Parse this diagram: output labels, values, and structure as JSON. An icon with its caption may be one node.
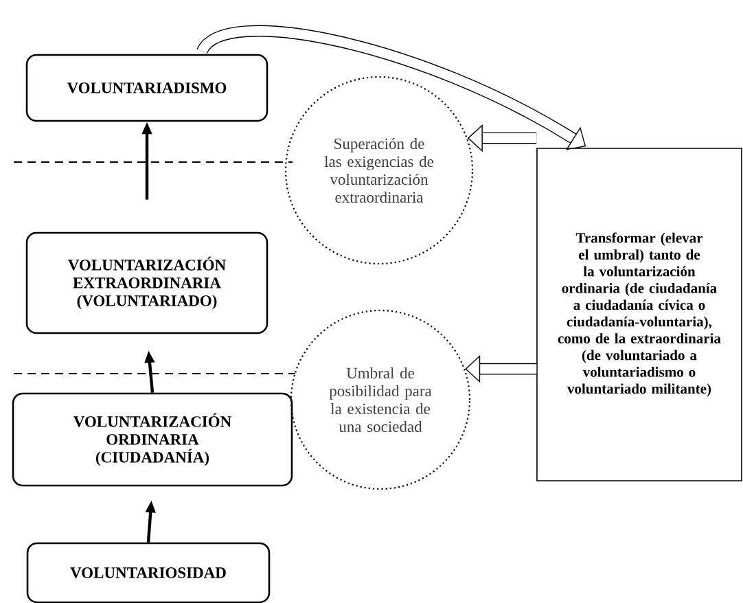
{
  "diagram": {
    "nodes": [
      {
        "text": [
          "VOLUNTARIADISMO"
        ]
      },
      {
        "text": [
          "Superación de las exigencias de voluntarización extraordinaria"
        ]
      },
      {
        "text": [
          "VOLUNTARIZACIÓN EXTRAORDINARIA (VOLUNTARIADO)"
        ]
      },
      {
        "text": [
          "Umbral de posibilidad para la existencia de una sociedad"
        ]
      },
      {
        "text": [
          "VOLUNTARIZACIÓN ORDINARIA (CIUDADANÍA)"
        ]
      },
      {
        "text": [
          "Transformar (elevar el umbral) tanto de la voluntarización ordinaria (de ciudadanía a ciudadanía cívica o ciudadanía-voluntaria), como de la extraordinaria (de voluntariado a voluntariadismo o voluntariado militante)"
        ]
      },
      {
        "text": [
          "VOLUNTARIOSIDAD"
        ]
      }
    ],
    "edges": [
      {
        "from": 6,
        "to": 4,
        "arrow": "to"
      },
      {
        "from": 4,
        "to": 2,
        "arrow": "to"
      },
      {
        "from": 2,
        "to": 0,
        "arrow": "to"
      },
      {
        "from": 0,
        "to": 5,
        "arrow": "to",
        "style": "thick"
      },
      {
        "from": 5,
        "to": 1,
        "arrow": "to",
        "style": "thick"
      },
      {
        "from": 5,
        "to": 3,
        "arrow": "to",
        "style": "thick"
      }
    ]
  }
}
